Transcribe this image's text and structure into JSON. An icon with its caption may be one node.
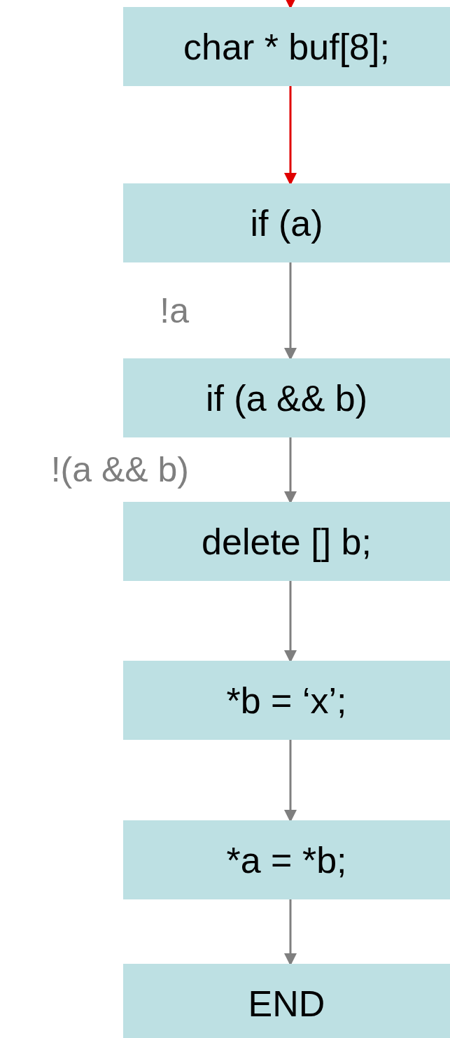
{
  "diagram": {
    "nodes": [
      {
        "text": [
          "char * buf[8];"
        ]
      },
      {
        "text": [
          "if (a)"
        ]
      },
      {
        "text": [
          "if (a && b)"
        ]
      },
      {
        "text": [
          "delete [] b;"
        ]
      },
      {
        "text": [
          "*b = ‘x’;"
        ]
      },
      {
        "text": [
          "*a = *b;"
        ]
      },
      {
        "text": [
          "END"
        ]
      }
    ],
    "edges": [
      {
        "from": null,
        "to": 0,
        "arrow": "to",
        "color": "#e00000"
      },
      {
        "from": 0,
        "to": 1,
        "arrow": "to",
        "color": "#e00000"
      },
      {
        "from": 1,
        "to": 2,
        "arrow": "to",
        "label": "!a"
      },
      {
        "from": 2,
        "to": 3,
        "arrow": "to",
        "label": "!(a && b)"
      },
      {
        "from": 3,
        "to": 4,
        "arrow": "to"
      },
      {
        "from": 4,
        "to": 5,
        "arrow": "to"
      },
      {
        "from": 5,
        "to": 6,
        "arrow": "to"
      }
    ]
  }
}
